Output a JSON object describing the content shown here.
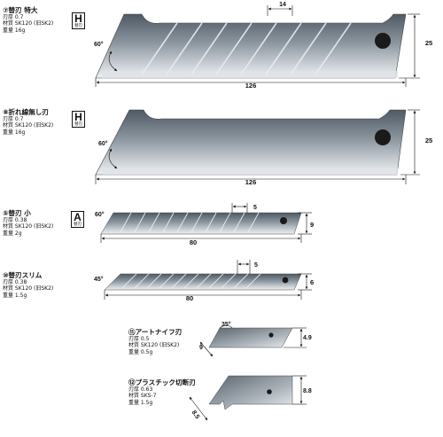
{
  "blades": [
    {
      "title": "⑦替刃 特大",
      "thickness": "刃厚 0.7",
      "material": "材質 SK120 (旧SK2)",
      "weight": "重量 16g",
      "badge": "H",
      "badge_sub": "替刃",
      "angle": "60°",
      "length": "126",
      "height": "25",
      "segment": "14"
    },
    {
      "title": "⑧折れ線無し刃",
      "thickness": "刃厚 0.7",
      "material": "材質 SK120 (旧SK2)",
      "weight": "重量 16g",
      "badge": "H",
      "badge_sub": "替刃",
      "angle": "60°",
      "length": "126",
      "height": "25"
    },
    {
      "title": "⑤替刃 小",
      "thickness": "刃厚 0.38",
      "material": "材質 SK120 (旧SK2)",
      "weight": "重量 2g",
      "badge": "A",
      "badge_sub": "替刃",
      "angle": "60°",
      "length": "80",
      "height": "9",
      "segment": "5"
    },
    {
      "title": "⑩替刃スリム",
      "thickness": "刃厚 0.38",
      "material": "材質 SK120 (旧SK2)",
      "weight": "重量 1.5g",
      "angle": "45°",
      "length": "80",
      "height": "6",
      "segment": "5"
    },
    {
      "title": "⑪アートナイフ刃",
      "thickness": "刃厚 0.5",
      "material": "材質 SK120 (旧SK2)",
      "weight": "重量 0.5g",
      "angle": "35°",
      "height": "4.9",
      "width": "9"
    },
    {
      "title": "⑫プラスチック切断刃",
      "thickness": "刃厚 0.63",
      "material": "材質 SKS-7",
      "weight": "重量 1.5g",
      "height": "8.8",
      "width": "8.5"
    }
  ],
  "colors": {
    "blade_dark": "#5b6570",
    "blade_light": "#f2f4f6",
    "edge": "#d8dde2",
    "ink": "#111111"
  }
}
